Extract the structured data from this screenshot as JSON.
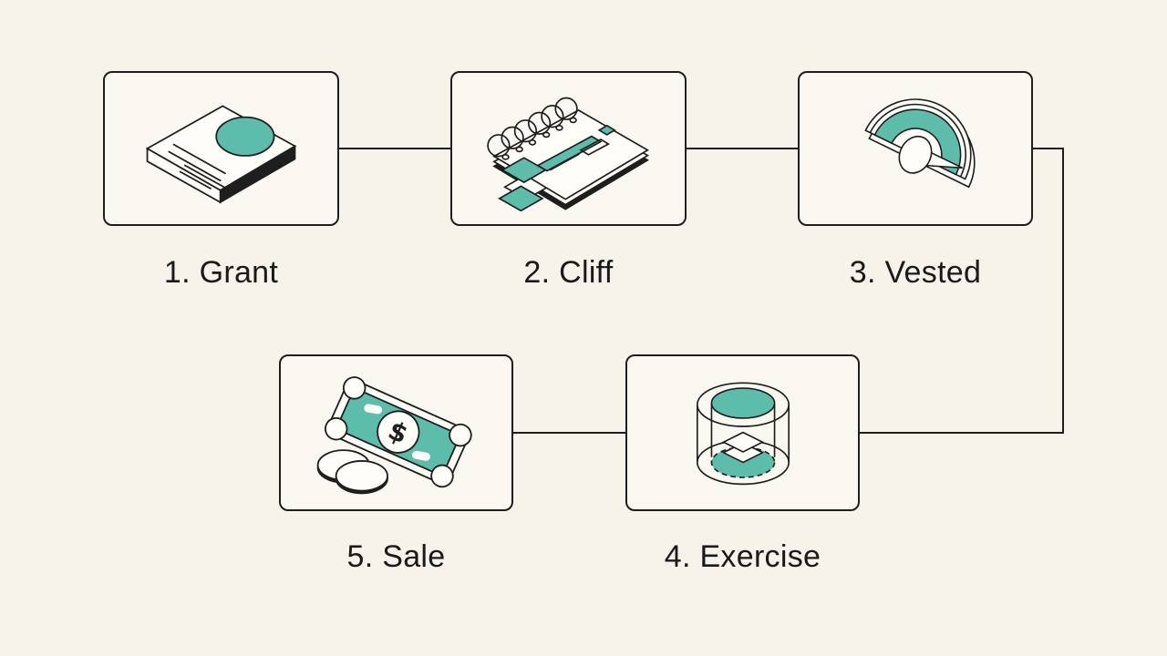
{
  "theme": {
    "background": "#f7f3ea",
    "card_background": "#fbf8f1",
    "line_color": "#1e1e1e",
    "accent": "#5cbeaa",
    "text_color": "#1a1a1a"
  },
  "diagram": {
    "steps": [
      {
        "number": "1.",
        "name": "Grant",
        "label": "1. Grant",
        "icon": "certificate-icon"
      },
      {
        "number": "2.",
        "name": "Cliff",
        "label": "2. Cliff",
        "icon": "spiral-notebook-icon"
      },
      {
        "number": "3.",
        "name": "Vested",
        "label": "3. Vested",
        "icon": "gauge-icon"
      },
      {
        "number": "4.",
        "name": "Exercise",
        "label": "4. Exercise",
        "icon": "cylinder-layers-icon"
      },
      {
        "number": "5.",
        "name": "Sale",
        "label": "5. Sale",
        "icon": "money-coins-icon"
      }
    ],
    "connections": [
      [
        "1. Grant",
        "2. Cliff"
      ],
      [
        "2. Cliff",
        "3. Vested"
      ],
      [
        "3. Vested",
        "4. Exercise"
      ],
      [
        "4. Exercise",
        "5. Sale"
      ]
    ]
  }
}
